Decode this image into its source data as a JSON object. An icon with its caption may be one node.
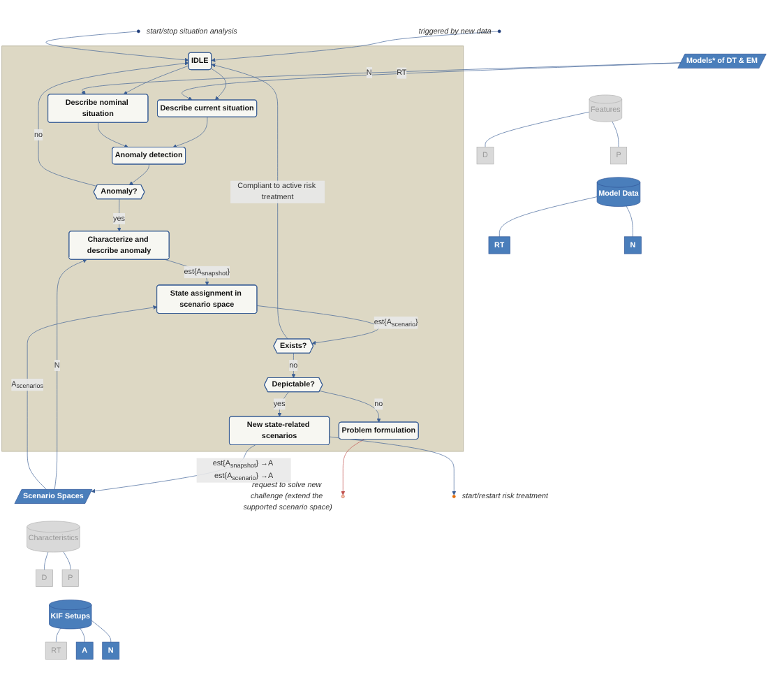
{
  "diagram": {
    "nodes": [
      {
        "text": [],
        "shape": "box"
      },
      {
        "text": [],
        "shape": "circle",
        "beside": [
          "triggered by new data"
        ]
      },
      {
        "text": [],
        "shape": "circle",
        "beside": [
          "start/stop situation analysis"
        ]
      },
      {
        "text": [
          "IDLE"
        ],
        "in": 0
      },
      {
        "text": [
          "Describe current situation"
        ],
        "in": 0
      },
      {
        "text": [
          "Describe nominal situation"
        ],
        "in": 0
      },
      {
        "text": [
          "Anomaly detection"
        ],
        "in": 0
      },
      {
        "text": [
          "Anomaly?"
        ],
        "in": 0
      },
      {
        "text": [
          "Characterize and describe anomaly"
        ],
        "in": 0
      },
      {
        "text": [
          "State assignment in scenario space"
        ],
        "in": 0
      },
      {
        "text": [
          "Exists?"
        ],
        "in": 0
      },
      {
        "text": [
          "Depictable?"
        ],
        "in": 0
      },
      {
        "text": [
          "Problem formulation"
        ],
        "in": 0
      },
      {
        "text": [
          "New state-related scenarios"
        ],
        "in": 0
      },
      {
        "text": [],
        "shape": "circle",
        "beside": [
          "request to solve new challenge (extend the supported scenario space)"
        ]
      },
      {
        "text": [],
        "shape": "circle",
        "beside": [
          "start/restart risk treatment"
        ]
      },
      {
        "text": [
          "Models* of DT & EM"
        ]
      },
      {
        "text": [
          "Features"
        ]
      },
      {
        "text": [
          "D"
        ]
      },
      {
        "text": [
          "P"
        ]
      },
      {
        "text": [
          "Model Data"
        ]
      },
      {
        "text": [
          "RT"
        ]
      },
      {
        "text": [
          "N"
        ]
      },
      {
        "text": [
          "Scenario Spaces"
        ]
      },
      {
        "text": [
          "Characteristics"
        ]
      },
      {
        "text": [
          "D"
        ]
      },
      {
        "text": [
          "P"
        ]
      },
      {
        "text": [
          "KIF Setups"
        ]
      },
      {
        "text": [
          "RT"
        ]
      },
      {
        "text": [
          "A"
        ]
      },
      {
        "text": [
          "N"
        ]
      }
    ],
    "edges": [
      {
        "from": 1,
        "to": 3,
        "arrow": "to"
      },
      {
        "from": 2,
        "to": 3,
        "arrow": "to"
      },
      {
        "from": 3,
        "to": 4,
        "arrow": "to"
      },
      {
        "from": 3,
        "to": 5,
        "arrow": "to"
      },
      {
        "from": 4,
        "to": 6,
        "arrow": "to"
      },
      {
        "from": 5,
        "to": 6,
        "arrow": "to"
      },
      {
        "from": 6,
        "to": 7,
        "arrow": "to"
      },
      {
        "from": 7,
        "to": 3,
        "label": "no",
        "arrow": "to"
      },
      {
        "from": 7,
        "to": 8,
        "label": "yes",
        "arrow": "to"
      },
      {
        "from": 8,
        "to": 9,
        "label": "est{A$_{snapshot}$}",
        "arrow": "to"
      },
      {
        "from": 9,
        "to": 10,
        "label": "est{A$_{scenario}$}",
        "arrow": "to"
      },
      {
        "from": 10,
        "to": 3,
        "label": "Compliant to active risk treatment",
        "arrow": "to"
      },
      {
        "from": 10,
        "to": 11,
        "label": "no",
        "arrow": "to"
      },
      {
        "from": 11,
        "to": 12,
        "label": "no",
        "arrow": "to"
      },
      {
        "from": 11,
        "to": 13,
        "label": "yes",
        "arrow": "to"
      },
      {
        "from": 12,
        "to": 14,
        "arrow": "to",
        "color": "#c0504d"
      },
      {
        "from": 13,
        "to": 15,
        "arrow": "to"
      },
      {
        "from": 13,
        "to": 23,
        "label": "est{A$_{snapshot}$} →A est{A$_{scenario}$} →A",
        "arrow": "to"
      },
      {
        "from": 16,
        "to": 4,
        "label": "RT",
        "arrow": "to"
      },
      {
        "from": 16,
        "to": 5,
        "label": "N",
        "arrow": "to"
      },
      {
        "from": 23,
        "to": 8,
        "label": "N",
        "arrow": "to"
      },
      {
        "from": 23,
        "to": 9,
        "label": "A$_{scenarios}$",
        "arrow": "to"
      },
      {
        "from": 17,
        "to": 18,
        "arrow": "none"
      },
      {
        "from": 17,
        "to": 19,
        "arrow": "none"
      },
      {
        "from": 20,
        "to": 21,
        "arrow": "none"
      },
      {
        "from": 20,
        "to": 22,
        "arrow": "none"
      },
      {
        "from": 24,
        "to": 25,
        "arrow": "none"
      },
      {
        "from": 24,
        "to": 26,
        "arrow": "none"
      },
      {
        "from": 27,
        "to": 28,
        "arrow": "none"
      },
      {
        "from": 27,
        "to": 29,
        "arrow": "none"
      },
      {
        "from": 27,
        "to": 30,
        "arrow": "none"
      }
    ]
  }
}
